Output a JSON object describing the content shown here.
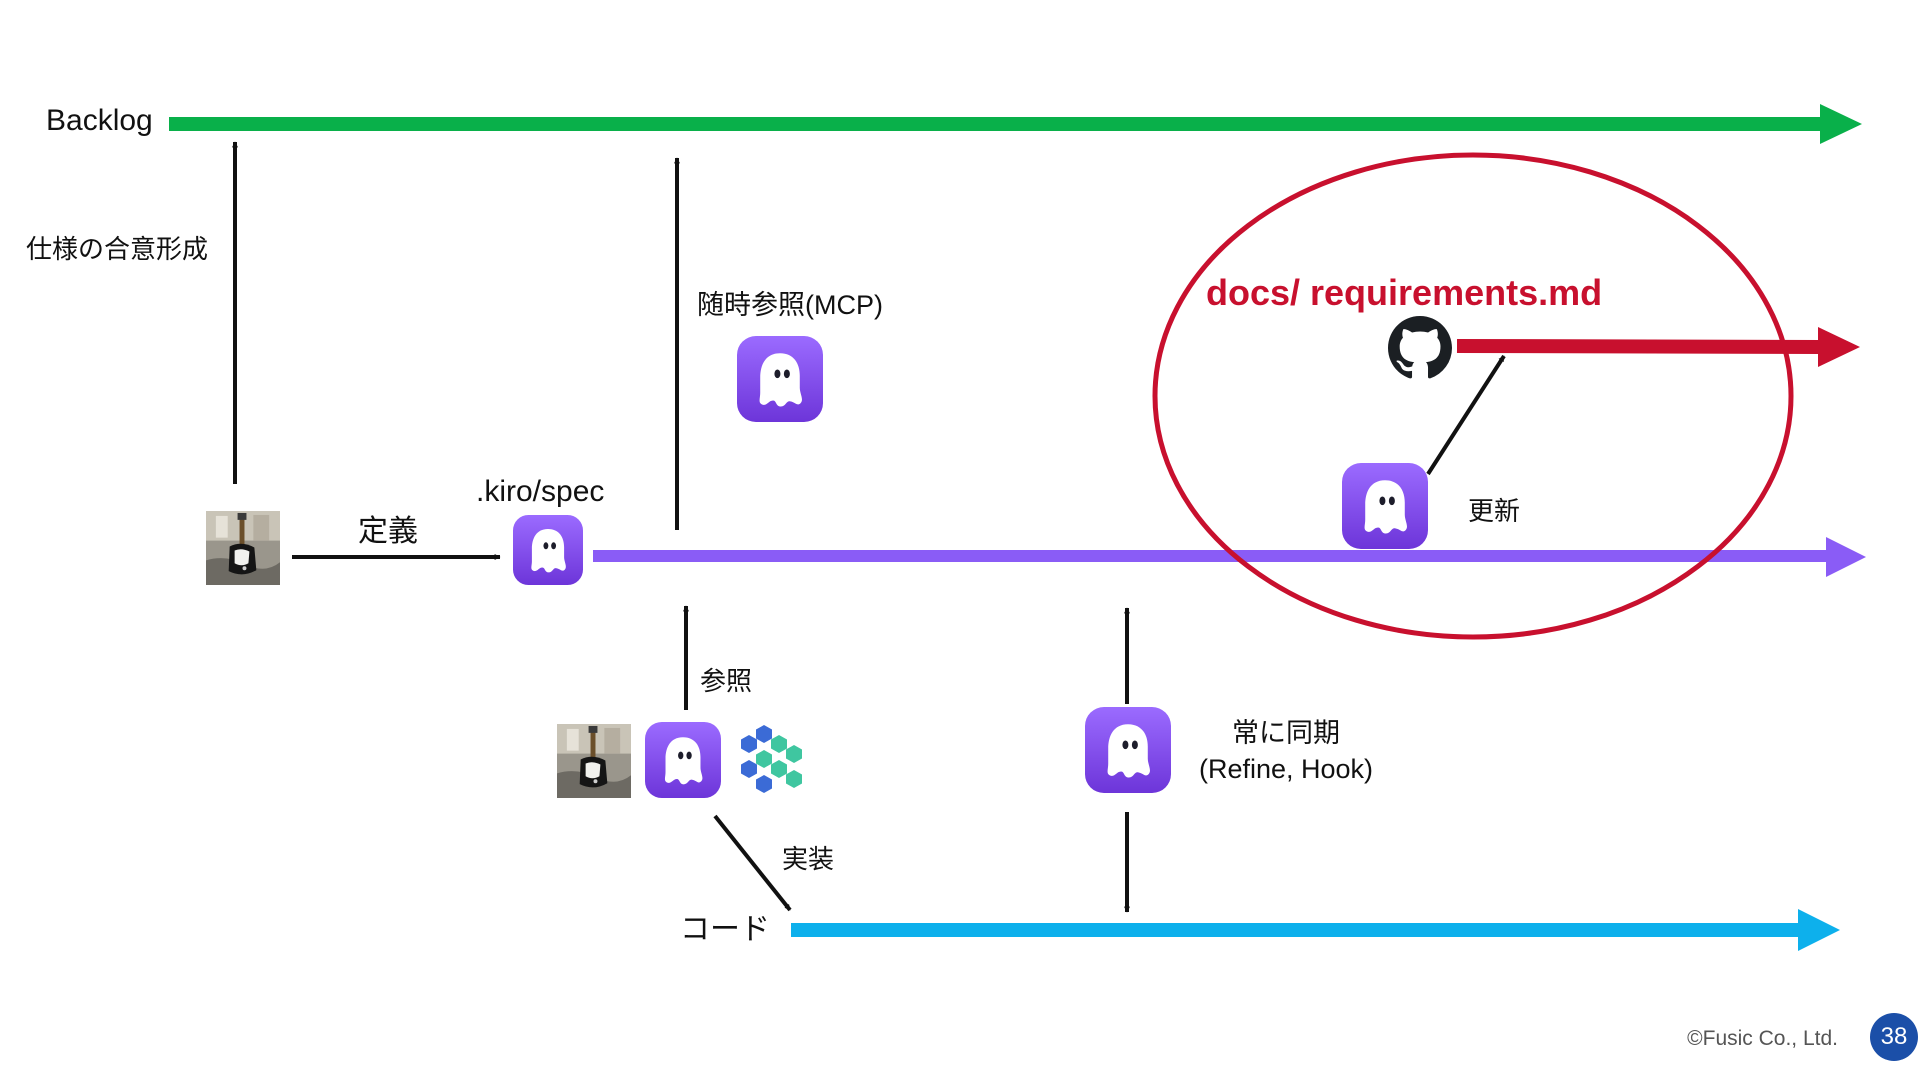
{
  "colors": {
    "backlog": "#09B04A",
    "spec": "#8A5CF6",
    "code": "#0DB0EC",
    "docs": "#C8102E",
    "arrow": "#111111",
    "kiro_icon_top": "#9B6BFF",
    "kiro_icon_bottom": "#6D35D9",
    "badge": "#1B4FA8"
  },
  "timelines": {
    "backlog": {
      "label": "Backlog"
    },
    "spec": {
      "label": ".kiro/spec"
    },
    "code": {
      "label": "コード"
    },
    "docs": {
      "label": "docs/ requirements.md"
    }
  },
  "annotations": {
    "consensus": "仕様の合意形成",
    "define": "定義",
    "reference_mcp": "随時参照(MCP)",
    "reference": "参照",
    "implement": "実装",
    "sync_line1": "常に同期",
    "sync_line2": "(Refine, Hook)",
    "update": "更新"
  },
  "icons": {
    "kiro": "kiro-ghost-icon",
    "github": "github-octocat-icon",
    "guitar": "guitar-photo-icon",
    "hex_cluster": "hexagon-cluster-icon"
  },
  "footer": {
    "copyright": "©Fusic Co., Ltd.",
    "page_number": "38"
  }
}
